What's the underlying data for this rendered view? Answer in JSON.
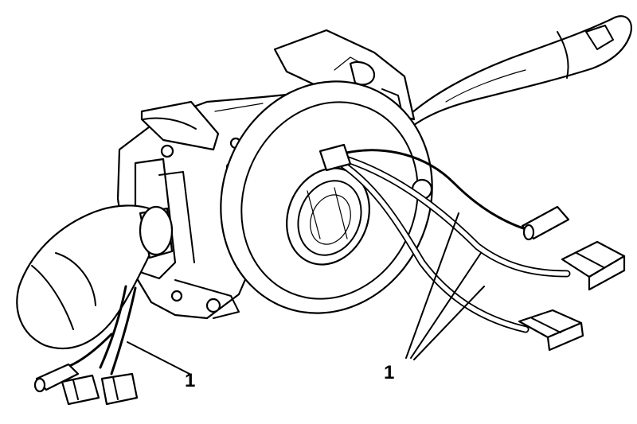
{
  "figure": {
    "callouts": [
      {
        "id": "left",
        "text": "1"
      },
      {
        "id": "right",
        "text": "1"
      }
    ],
    "colors": {
      "line": "#000000",
      "background": "#ffffff"
    }
  }
}
